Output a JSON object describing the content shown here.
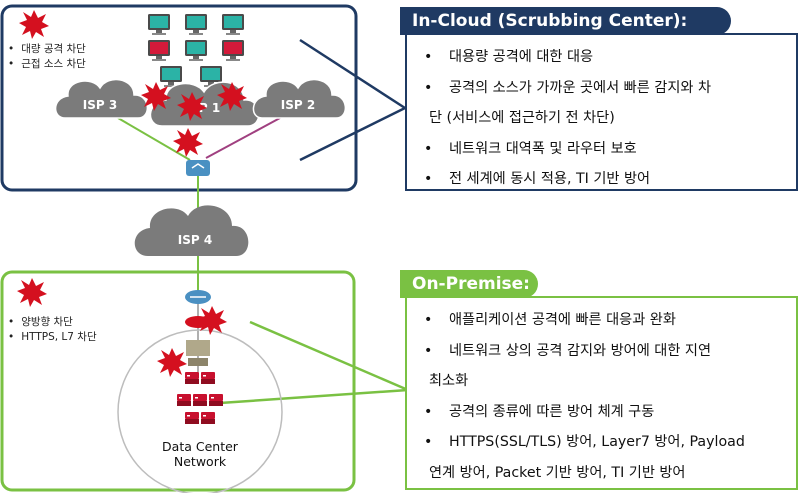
{
  "colors": {
    "cloud_navy": "#1f3a63",
    "premise_green": "#7ac143",
    "attack_red": "#d4101f",
    "cloud_gray": "#7b7b7b"
  },
  "in_cloud": {
    "title": "In-Cloud (Scrubbing Center):",
    "items": [
      "대용량 공격에 대한 대응",
      "공격의 소스가 가까운 곳에서 빠른 감지와 차",
      "단 (서비스에 접근하기 전 차단)",
      "네트워크 대역폭 및 라우터 보호",
      "전 세계에 동시 적용, TI 기반 방어"
    ]
  },
  "on_premise": {
    "title": "On-Premise:",
    "items": [
      "애플리케이션 공격에 빠른 대응과 완화",
      "네트워크 상의 공격 감지와 방어에 대한 지연",
      "최소화",
      "공격의 종류에 따른 방어 체계 구동",
      "HTTPS(SSL/TLS) 방어, Layer7 방어, Payload",
      "연계 방어, Packet 기반 방어, TI 기반 방어"
    ]
  },
  "cloud_notes": [
    "대량 공격 차단",
    "근접 소스 차단"
  ],
  "premise_notes": [
    "양방향 차단",
    "HTTPS, L7 차단"
  ],
  "isp_labels": {
    "isp3": "ISP 3",
    "isp1": "ISP 1",
    "isp2": "ISP 2",
    "isp4": "ISP 4"
  },
  "datacenter_label": [
    "Data Center",
    "Network"
  ]
}
